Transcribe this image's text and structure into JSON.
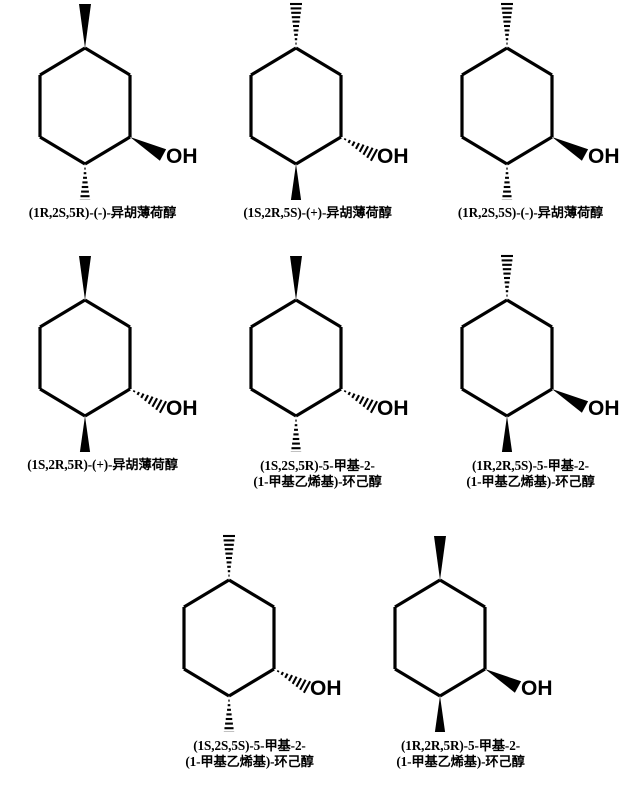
{
  "document": {
    "title": "Stereoisomer structures of isopulegol / 5-methyl-2-(1-methylethenyl)-cyclohexanol",
    "label_color": "#000000",
    "bond_color": "#000000",
    "background": "#ffffff"
  },
  "structures": [
    {
      "id": "structure-1",
      "oh_label": "OH",
      "methyl_bond": "wedge",
      "hydroxyl_bond": "wedge",
      "isopropenyl_bond": "hash",
      "caption_lines": [
        "(1R,2S,5R)-(-)-异胡薄荷醇"
      ]
    },
    {
      "id": "structure-2",
      "oh_label": "OH",
      "methyl_bond": "hash",
      "hydroxyl_bond": "hash",
      "isopropenyl_bond": "wedge",
      "caption_lines": [
        "(1S,2R,5S)-(+)-异胡薄荷醇"
      ]
    },
    {
      "id": "structure-3",
      "oh_label": "OH",
      "methyl_bond": "hash",
      "hydroxyl_bond": "wedge",
      "isopropenyl_bond": "hash",
      "caption_lines": [
        "(1R,2S,5S)-(-)-异胡薄荷醇"
      ]
    },
    {
      "id": "structure-4",
      "oh_label": "OH",
      "methyl_bond": "wedge",
      "hydroxyl_bond": "hash",
      "isopropenyl_bond": "wedge",
      "caption_lines": [
        "(1S,2R,5R)-(+)-异胡薄荷醇"
      ]
    },
    {
      "id": "structure-5",
      "oh_label": "OH",
      "methyl_bond": "wedge",
      "hydroxyl_bond": "hash",
      "isopropenyl_bond": "hash",
      "caption_lines": [
        "(1S,2S,5R)-5-甲基-2-",
        "(1-甲基乙烯基)-环己醇"
      ]
    },
    {
      "id": "structure-6",
      "oh_label": "OH",
      "methyl_bond": "hash",
      "hydroxyl_bond": "wedge",
      "isopropenyl_bond": "wedge",
      "caption_lines": [
        "(1R,2R,5S)-5-甲基-2-",
        "(1-甲基乙烯基)-环己醇"
      ]
    },
    {
      "id": "structure-7",
      "oh_label": "OH",
      "methyl_bond": "hash",
      "hydroxyl_bond": "hash",
      "isopropenyl_bond": "hash",
      "caption_lines": [
        "(1S,2S,5S)-5-甲基-2-",
        "(1-甲基乙烯基)-环己醇"
      ]
    },
    {
      "id": "structure-8",
      "oh_label": "OH",
      "methyl_bond": "wedge",
      "hydroxyl_bond": "wedge",
      "isopropenyl_bond": "wedge",
      "caption_lines": [
        "(1R,2R,5R)-5-甲基-2-",
        "(1-甲基乙烯基)-环己醇"
      ]
    }
  ]
}
